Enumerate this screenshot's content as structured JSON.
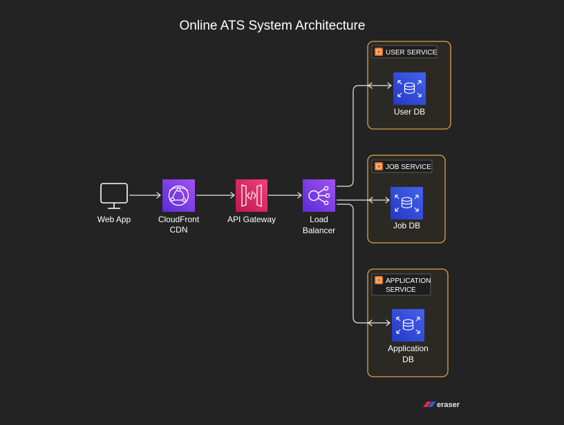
{
  "title": "Online ATS System Architecture",
  "nodes": {
    "web_app": {
      "label": "Web App",
      "icon": "monitor-icon"
    },
    "cloudfront": {
      "label_line1": "CloudFront",
      "label_line2": "CDN",
      "icon": "cloudfront-icon",
      "color": "#8b3ff0"
    },
    "api_gateway": {
      "label": "API Gateway",
      "icon": "api-gateway-icon",
      "color": "#e1245a"
    },
    "load_balancer": {
      "label_line1": "Load",
      "label_line2": "Balancer",
      "icon": "load-balancer-icon",
      "color": "#8b3ff0"
    }
  },
  "groups": {
    "user_service": {
      "label": "USER SERVICE",
      "db_label": "User DB"
    },
    "job_service": {
      "label": "JOB SERVICE",
      "db_label": "Job DB"
    },
    "application_service": {
      "label_line1": "APPLICATION",
      "label_line2": "SERVICE",
      "db_label_line1": "Application",
      "db_label_line2": "DB"
    }
  },
  "colors": {
    "background": "#232323",
    "group_border": "#e3a34c",
    "db_icon": "#3045d6",
    "group_tag_icon": "#e8741c"
  },
  "branding": {
    "logo_text": "eraser"
  }
}
